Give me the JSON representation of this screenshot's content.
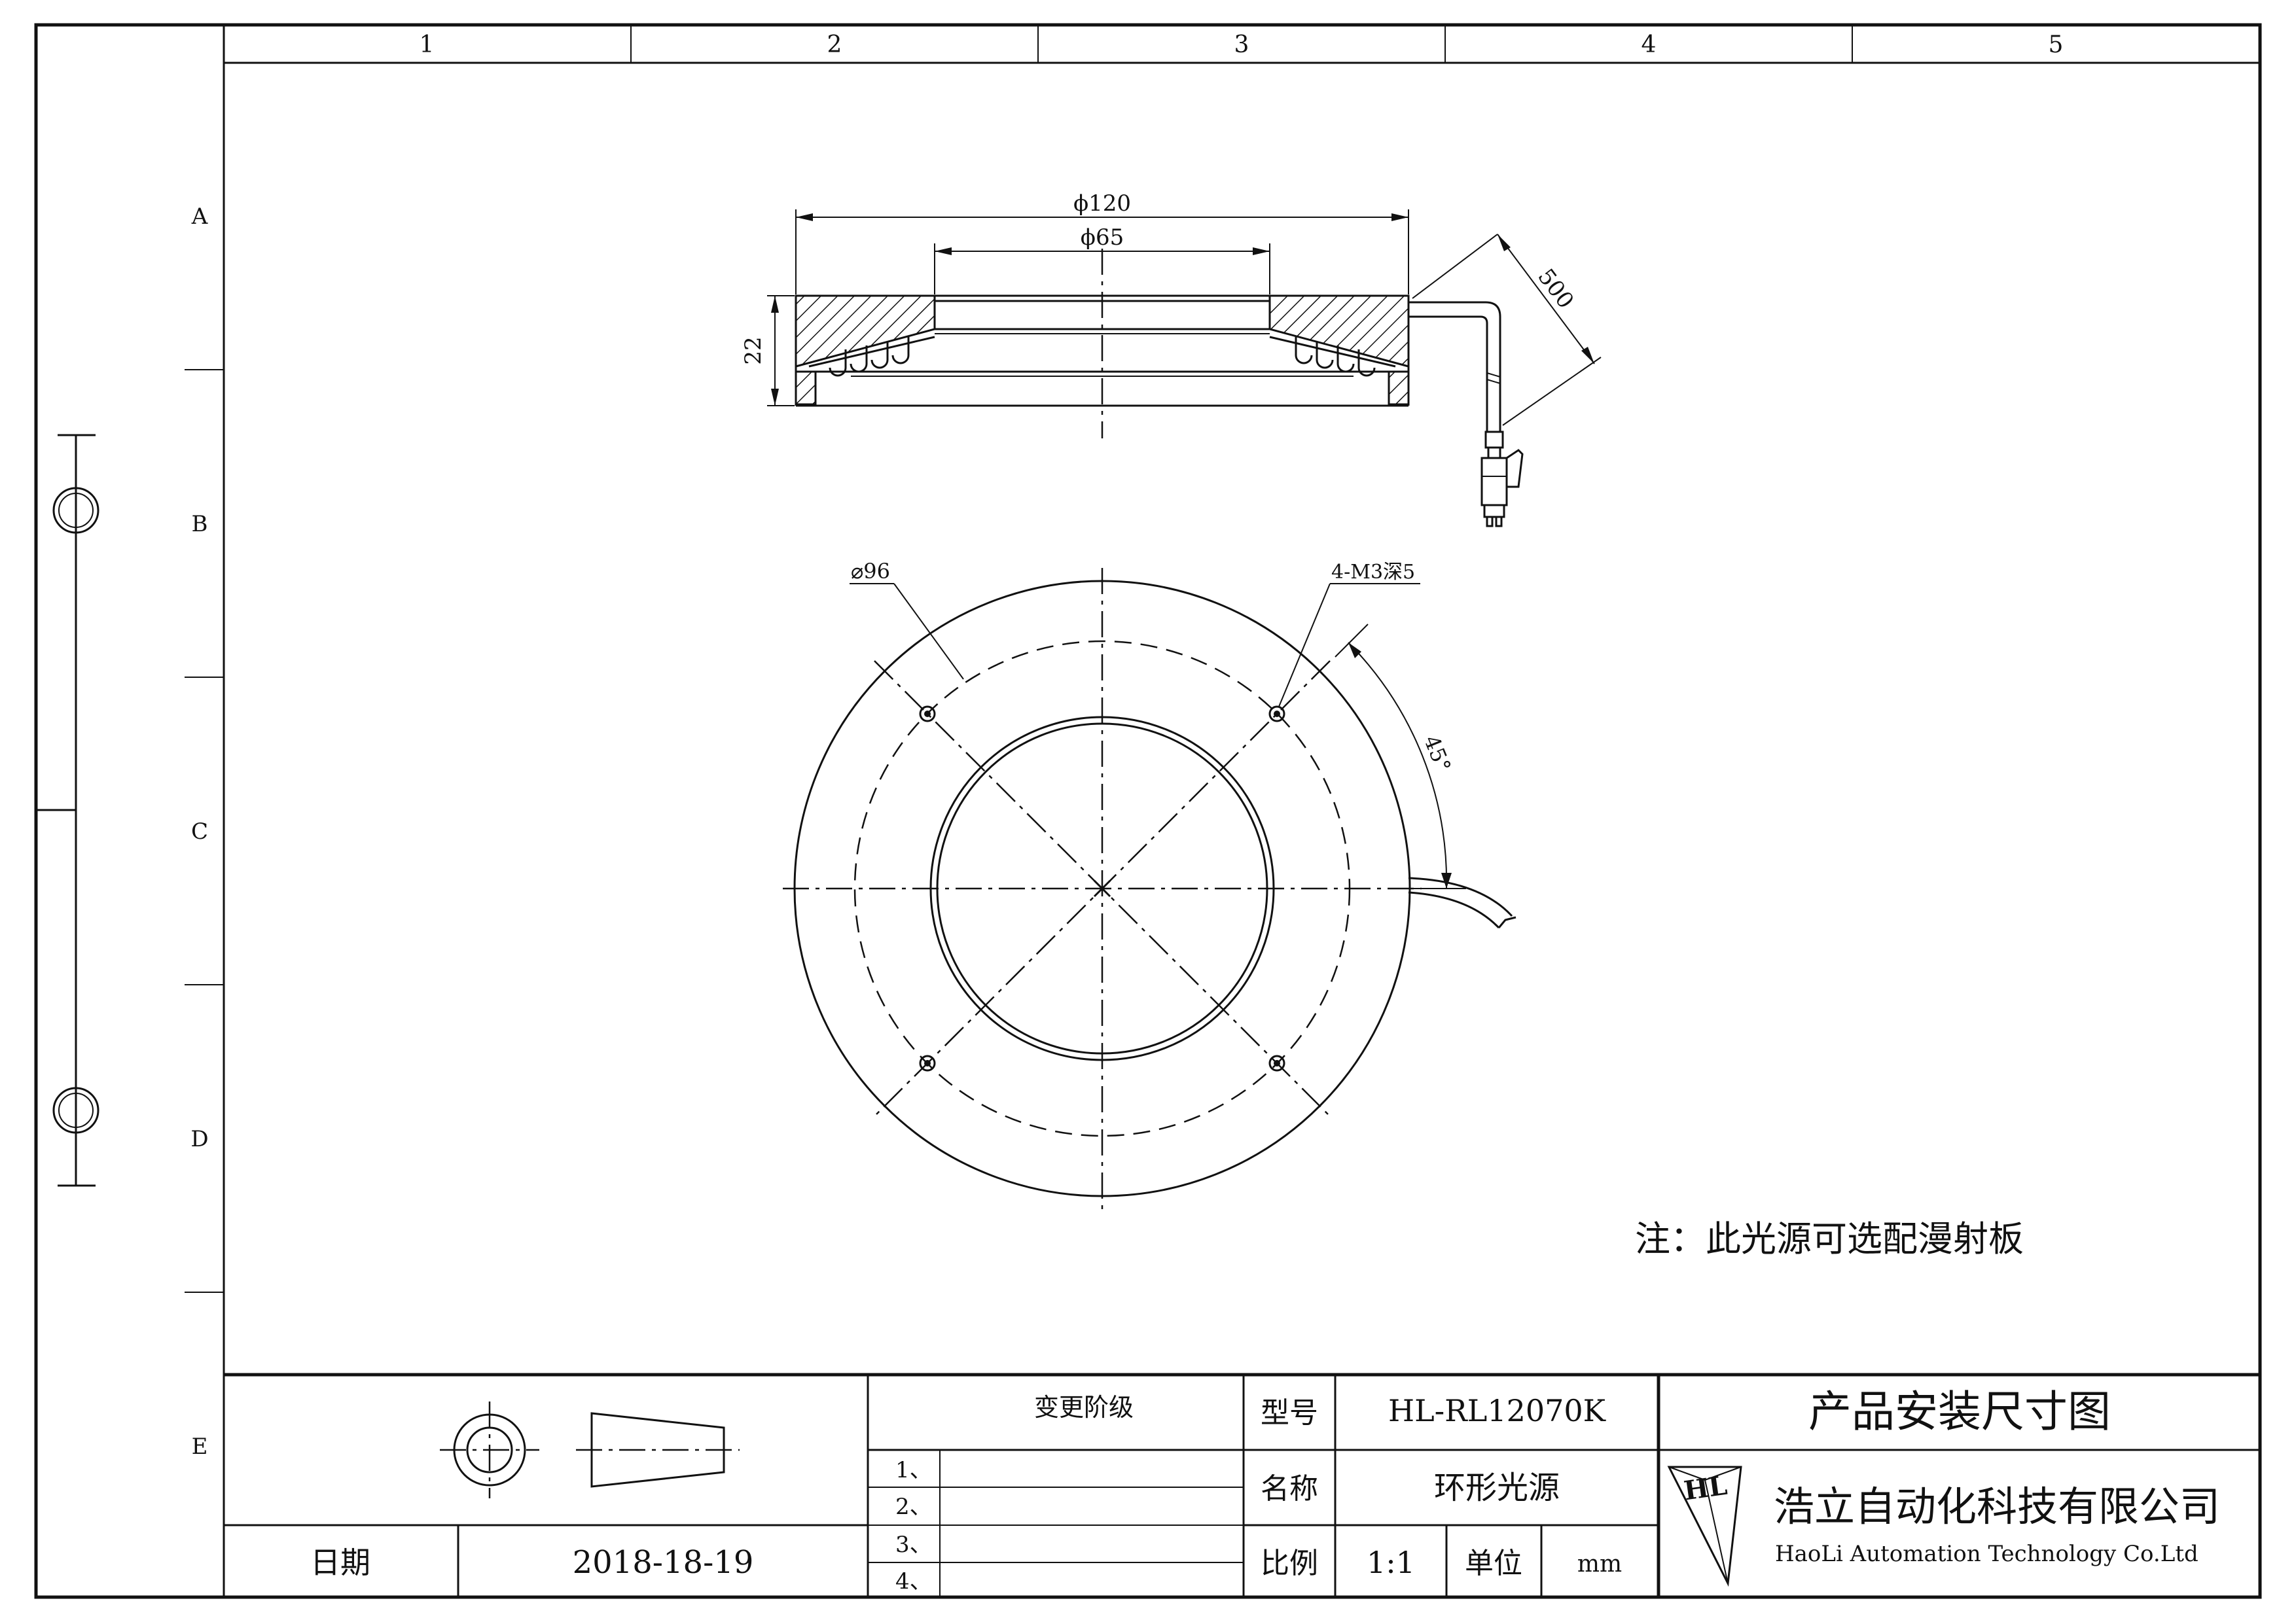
{
  "zone_columns": [
    "1",
    "2",
    "3",
    "4",
    "5"
  ],
  "zone_rows": [
    "A",
    "B",
    "C",
    "D",
    "E"
  ],
  "dimensions": {
    "outer_diameter": "ϕ120",
    "inner_diameter": "ϕ65",
    "height": "22",
    "cable_length": "500",
    "hole_circle": "⌀96",
    "holes": "4-M3深5",
    "angle": "45°"
  },
  "note": "注：此光源可选配漫射板",
  "title_block": {
    "revision_header": "变更阶级",
    "revision_rows": [
      "1、",
      "2、",
      "3、",
      "4、"
    ],
    "model_label": "型号",
    "model_value": "HL-RL12070K",
    "name_label": "名称",
    "name_value": "环形光源",
    "scale_label": "比例",
    "scale_value": "1:1",
    "unit_label": "单位",
    "unit_value": "mm",
    "date_label": "日期",
    "date_value": "2018-18-19",
    "drawing_title": "产品安装尺寸图",
    "company_cn": "浩立自动化科技有限公司",
    "company_en": "HaoLi Automation Technology Co.Ltd",
    "logo_text": "HL"
  }
}
